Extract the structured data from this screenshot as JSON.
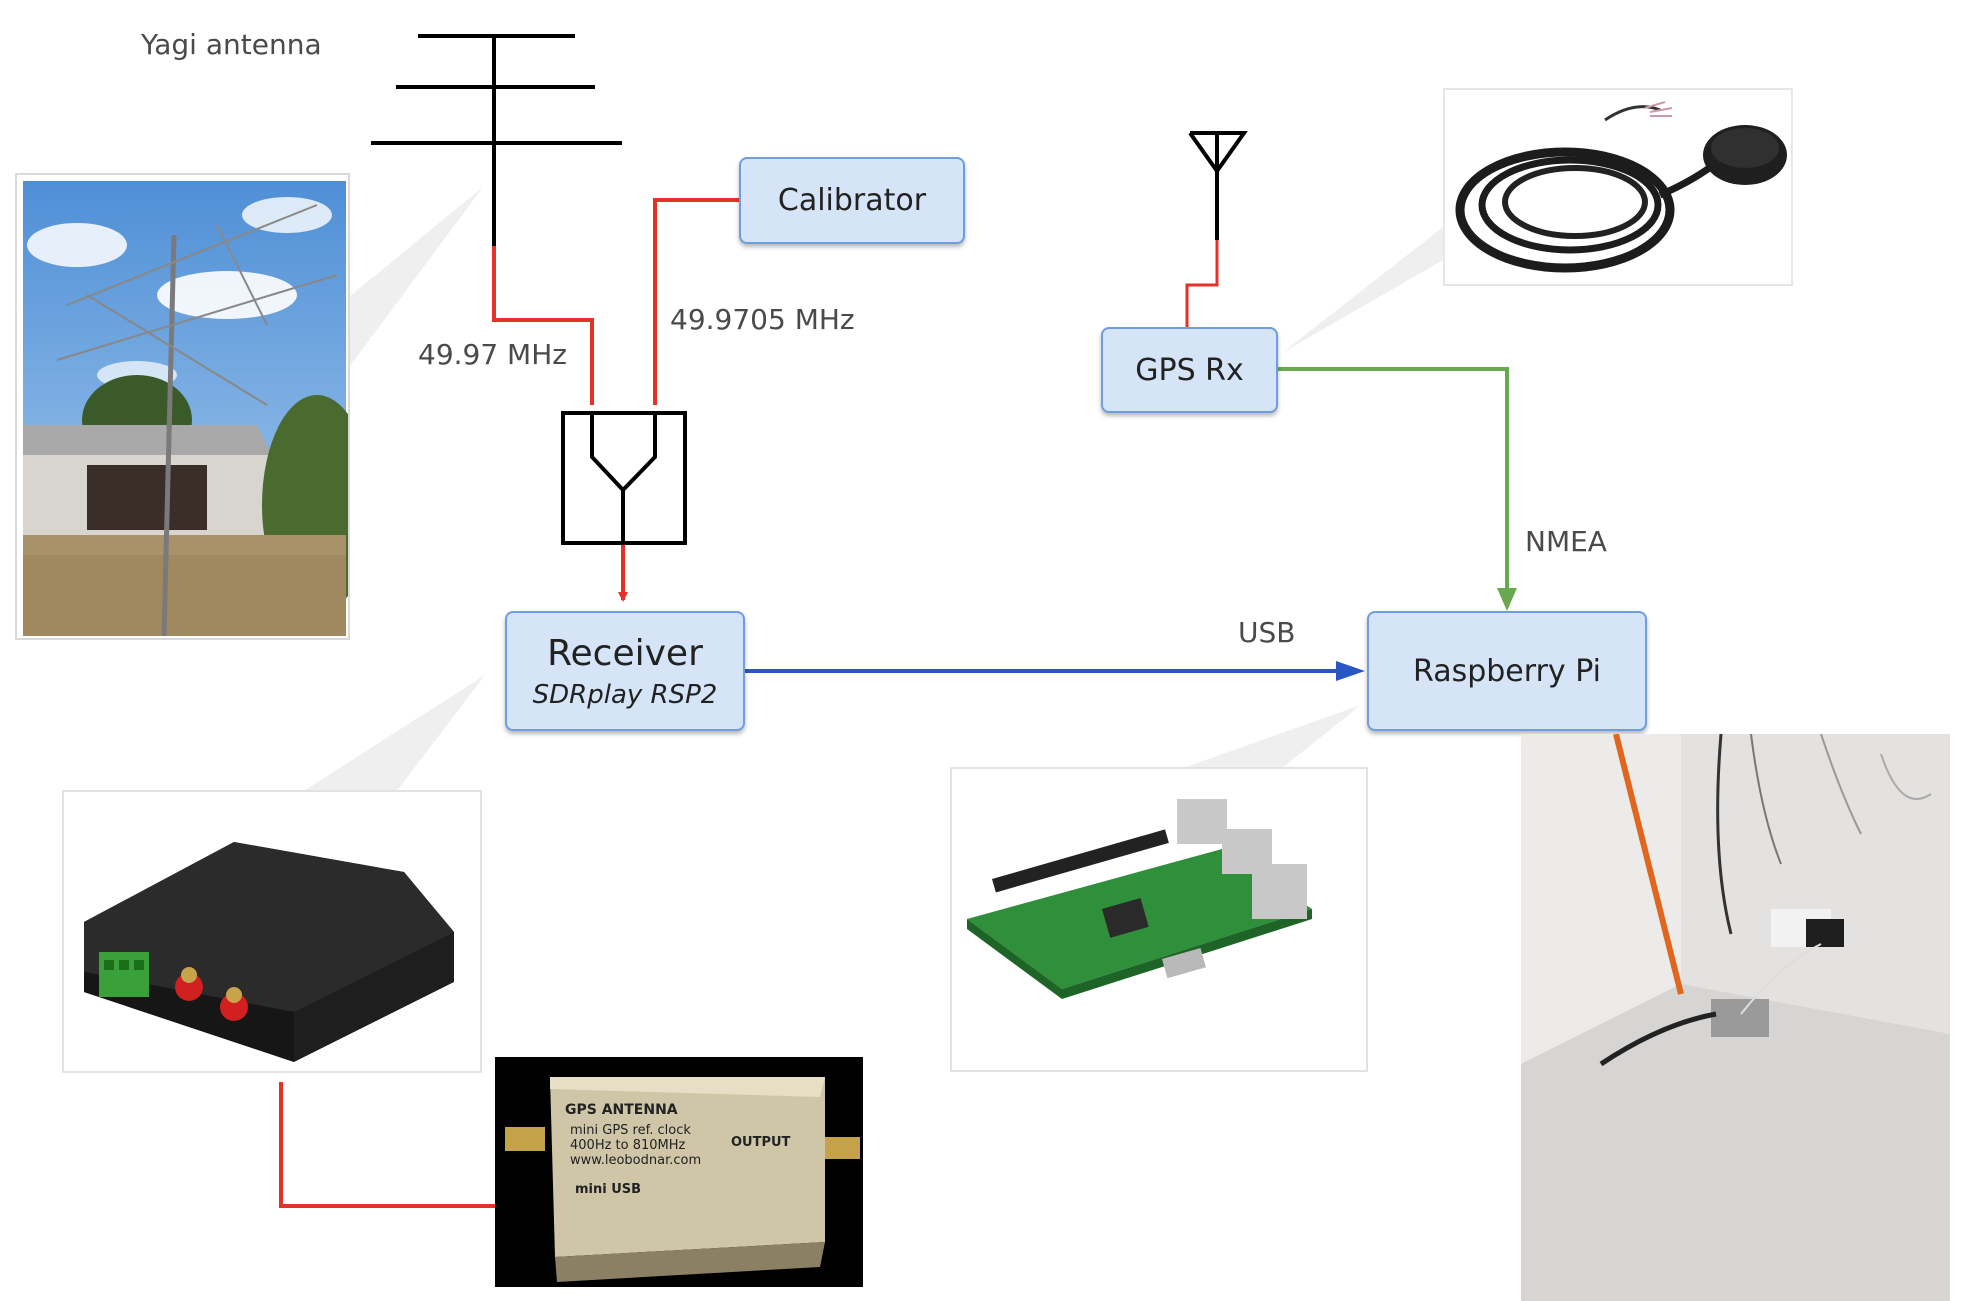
{
  "labels": {
    "yagi_antenna": "Yagi antenna",
    "freq_antenna": "49.97 MHz",
    "freq_calibrator": "49.9705 MHz",
    "nmea": "NMEA",
    "usb": "USB"
  },
  "boxes": {
    "calibrator": "Calibrator",
    "gps_rx": "GPS Rx",
    "receiver_title": "Receiver",
    "receiver_subtitle": "SDRplay RSP2",
    "raspberry_pi": "Raspberry Pi"
  },
  "photos": {
    "ref_clock": {
      "line1": "GPS ANTENNA",
      "line2": "mini GPS ref. clock",
      "line3": "400Hz to 810MHz",
      "line4": "www.leobodnar.com",
      "output": "OUTPUT",
      "usb": "mini USB"
    }
  },
  "colors": {
    "rf_line": "#e53228",
    "usb_line": "#2a55c5",
    "nmea_line": "#6aa84f",
    "box_fill": "#d5e4f6",
    "box_border": "#6f9ee0"
  }
}
